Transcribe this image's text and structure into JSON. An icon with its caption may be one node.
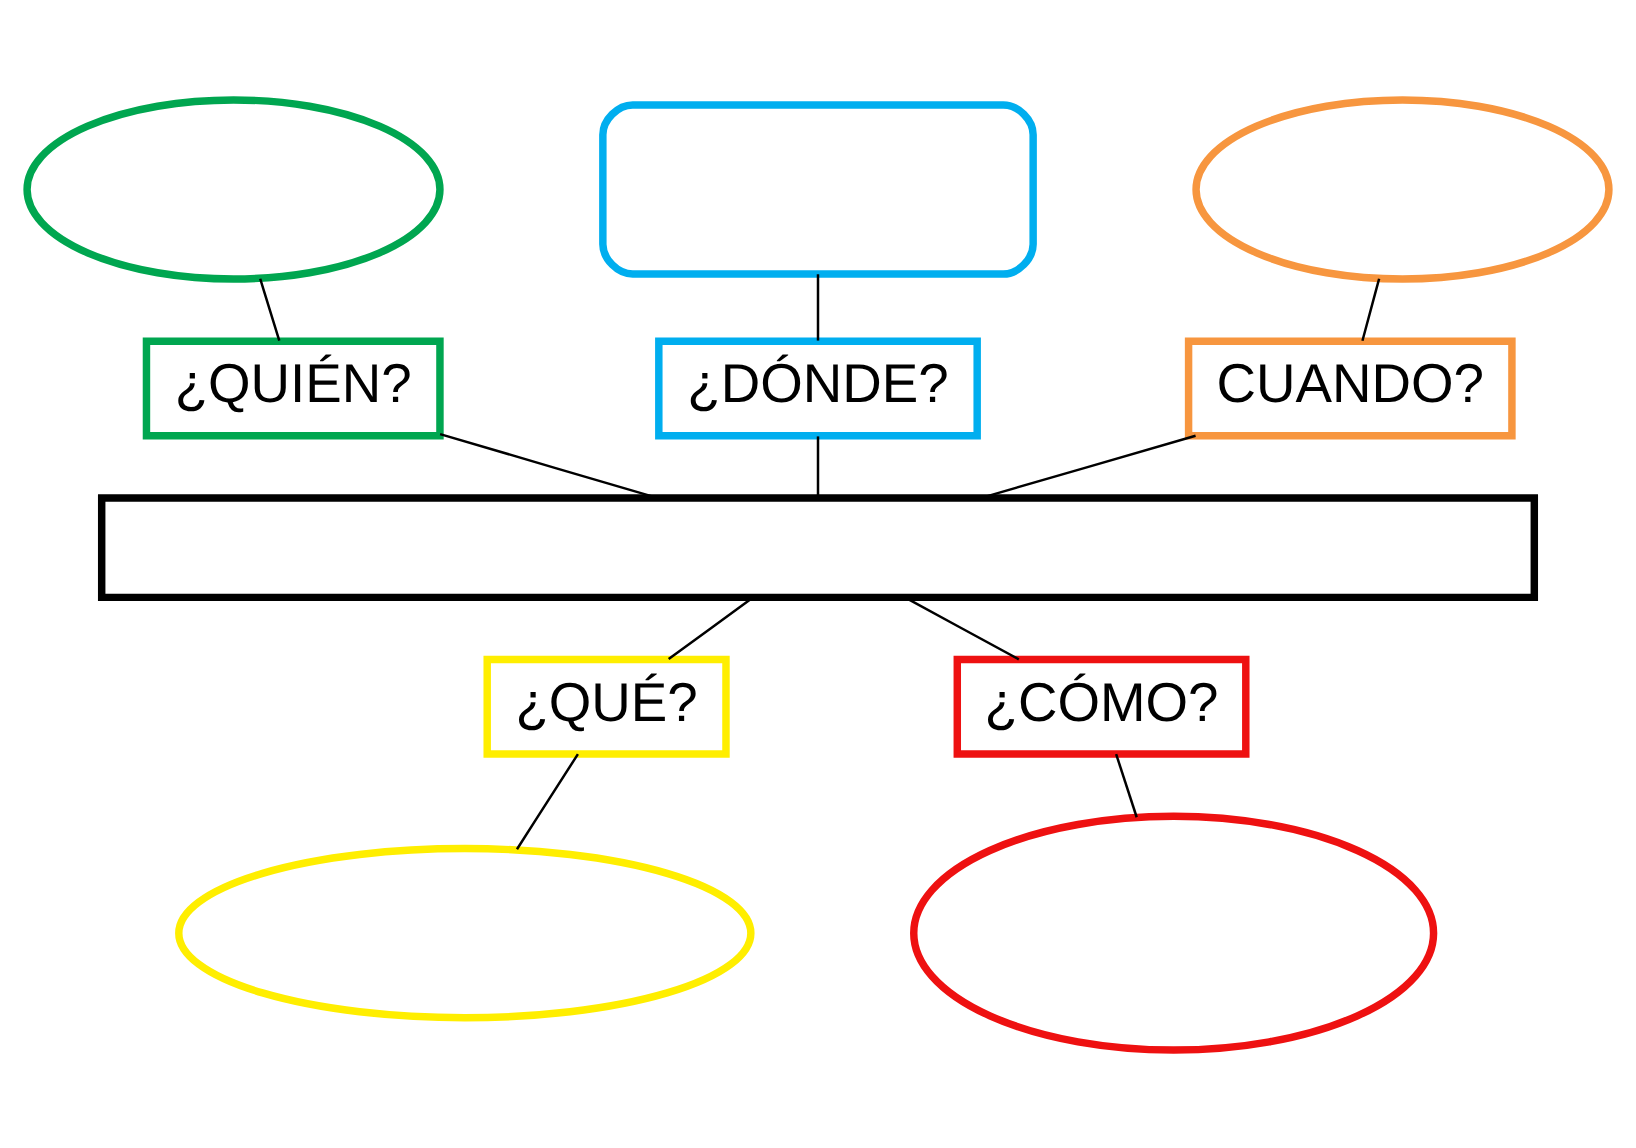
{
  "diagram": {
    "nodes": [
      {
        "text": [],
        "shape": "ellipse"
      },
      {
        "text": [],
        "shape": "box"
      },
      {
        "text": [],
        "shape": "ellipse"
      },
      {
        "text": [
          "¿QUIÉN?"
        ]
      },
      {
        "text": [
          "¿DÓNDE?"
        ]
      },
      {
        "text": [
          "CUANDO?"
        ]
      },
      {
        "text": [],
        "shape": "box"
      },
      {
        "text": [
          "¿QUÉ?"
        ]
      },
      {
        "text": [
          "¿CÓMO?"
        ]
      },
      {
        "text": [],
        "shape": "ellipse"
      },
      {
        "text": [],
        "shape": "ellipse"
      }
    ],
    "edges": [
      {
        "from": 0,
        "to": 3,
        "arrow": "none"
      },
      {
        "from": 1,
        "to": 4,
        "arrow": "none"
      },
      {
        "from": 2,
        "to": 5,
        "arrow": "none"
      },
      {
        "from": 3,
        "to": 6,
        "arrow": "none"
      },
      {
        "from": 4,
        "to": 6,
        "arrow": "none"
      },
      {
        "from": 5,
        "to": 6,
        "arrow": "none"
      },
      {
        "from": 6,
        "to": 7,
        "arrow": "none"
      },
      {
        "from": 6,
        "to": 8,
        "arrow": "none"
      },
      {
        "from": 7,
        "to": 9,
        "arrow": "none"
      },
      {
        "from": 8,
        "to": 10,
        "arrow": "none"
      }
    ]
  }
}
